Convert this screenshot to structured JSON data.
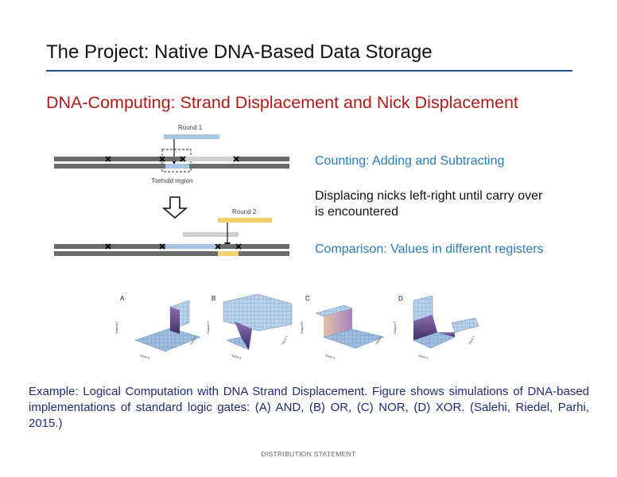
{
  "slide": {
    "title": "The Project: Native DNA-Based Data Storage",
    "subtitle": "DNA-Computing: Strand Displacement and Nick Displacement",
    "bullets": {
      "counting": "Counting: Adding and Subtracting",
      "displacing_line1": "Displacing nicks left-right until carry over",
      "displacing_line2": "is encountered",
      "comparison": "Comparison: Values in different registers"
    },
    "diagram": {
      "round1_label": "Round 1",
      "round2_label": "Round 2",
      "toehold_label": "Toehold region"
    },
    "gates": {
      "panels": [
        {
          "letter": "A"
        },
        {
          "letter": "B"
        },
        {
          "letter": "C"
        },
        {
          "letter": "D"
        }
      ],
      "axis_z_label": "Output Z",
      "axis_x_label": "Input X",
      "axis_y_label": "Input Y"
    },
    "caption": "Example: Logical Computation with DNA Strand Displacement. Figure shows simulations of DNA-based implementations of standard logic gates: (A) AND, (B) OR, (C) NOR, (D) XOR. (Salehi, Riedel, Parhi, 2015.)",
    "footer": "DISTRIBUTION STATEMENT",
    "colors": {
      "title_rule": "#1f4f8f",
      "subtitle": "#b11a1a",
      "bullet_blue": "#2a7bb8",
      "caption": "#1d2c73",
      "round1_strand": "#a7c6e6",
      "round2_strand": "#f2d06b",
      "duplex": "#6b6b6b",
      "gray_strand": "#cfcfcf"
    }
  }
}
